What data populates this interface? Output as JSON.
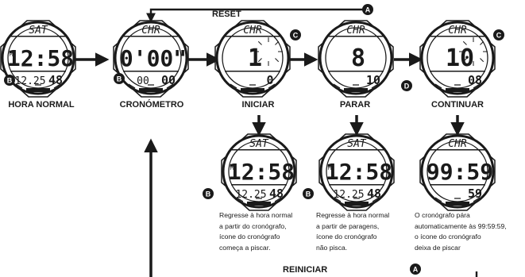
{
  "labels": {
    "reset": "RESET",
    "reiniciar": "REINICIAR",
    "hora_normal": "HORA NORMAL",
    "cronometro": "CRONÓMETRO",
    "iniciar": "INICIAR",
    "parar": "PARAR",
    "continuar": "CONTINUAR"
  },
  "buttons": {
    "a": "A",
    "b": "B",
    "c": "C",
    "d": "D"
  },
  "watches": [
    {
      "mode": "SAT",
      "main": "12:58",
      "bottom_left": "12.25",
      "bottom_right": "48",
      "side": "PM"
    },
    {
      "mode": "CHR",
      "main": "0'00\"",
      "bottom_left": "00",
      "bottom_right": "00"
    },
    {
      "mode": "CHR",
      "main": "1",
      "bottom_left": "",
      "bottom_right": "0"
    },
    {
      "mode": "CHR",
      "main": "8",
      "bottom_left": "",
      "bottom_right": "10"
    },
    {
      "mode": "CHR",
      "main": "10",
      "bottom_left": "",
      "bottom_right": "08"
    },
    {
      "mode": "SAT",
      "main": "12:58",
      "bottom_left": "12.25",
      "bottom_right": "48",
      "side": "PM"
    },
    {
      "mode": "SAT",
      "main": "12:58",
      "bottom_left": "12.25",
      "bottom_right": "48",
      "side": "PM"
    },
    {
      "mode": "CHR",
      "main": "99:59",
      "bottom_left": "",
      "bottom_right": "59"
    }
  ],
  "captions": {
    "c1": [
      "Regresse à hora normal",
      "a partir do cronógrafo,",
      "ícone do cronógrafo",
      "começa a piscar."
    ],
    "c2": [
      "Regresse à hora normal",
      "a partir de paragens,",
      "ícone do cronógrafo",
      "não pisca."
    ],
    "c3": [
      "O cronógrafo pára",
      "automaticamente às 99:59:59,",
      "o ícone do cronógrafo",
      "deixa de piscar"
    ]
  }
}
